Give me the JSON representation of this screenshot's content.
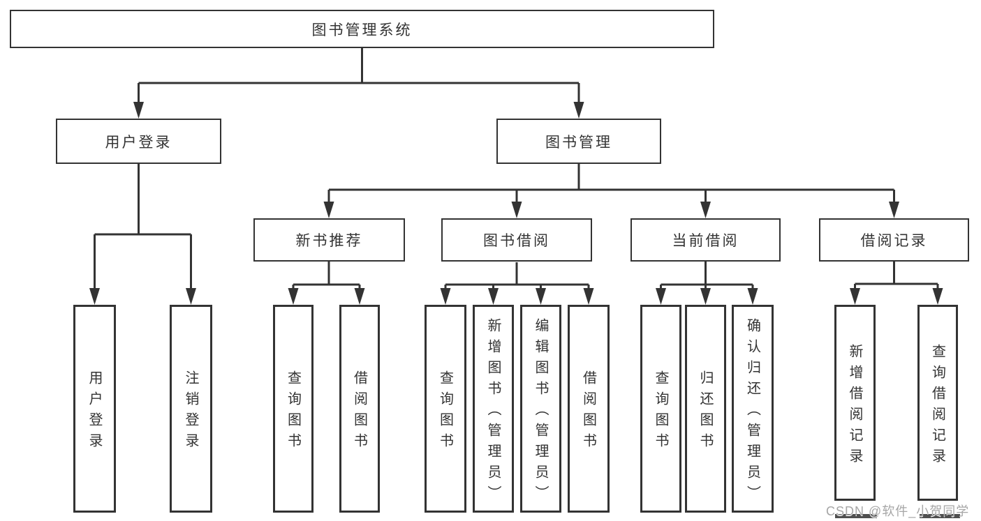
{
  "tree": {
    "root": {
      "label": "图书管理系统"
    },
    "children": [
      {
        "label": "用户登录",
        "children": [
          {
            "label": "用户登录"
          },
          {
            "label": "注销登录"
          }
        ]
      },
      {
        "label": "图书管理",
        "children": [
          {
            "label": "新书推荐",
            "children": [
              {
                "label": "查询图书"
              },
              {
                "label": "借阅图书"
              }
            ]
          },
          {
            "label": "图书借阅",
            "children": [
              {
                "label": "查询图书"
              },
              {
                "label": "新增图书（管理员）"
              },
              {
                "label": "编辑图书（管理员）"
              },
              {
                "label": "借阅图书"
              }
            ]
          },
          {
            "label": "当前借阅",
            "children": [
              {
                "label": "查询图书"
              },
              {
                "label": "归还图书"
              },
              {
                "label": "确认归还（管理员）"
              }
            ]
          },
          {
            "label": "借阅记录",
            "children": [
              {
                "label": "新增借阅记录"
              },
              {
                "label": "查询借阅记录"
              }
            ]
          }
        ]
      }
    ]
  },
  "watermark": {
    "text": "CSDN @软件_小贺同学"
  },
  "colors": {
    "line": "#333333",
    "text": "#333333",
    "background": "#ffffff",
    "watermark": "#a6a6a6"
  }
}
